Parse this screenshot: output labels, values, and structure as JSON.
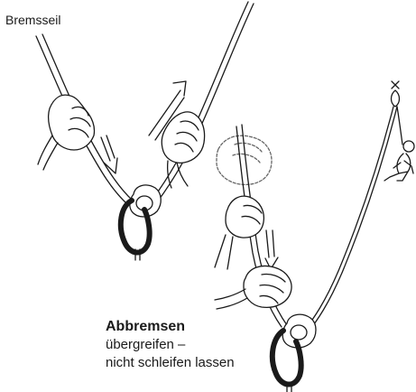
{
  "labels": {
    "rope_label": "Bremsseil"
  },
  "caption": {
    "title": "Abbremsen",
    "line1": "übergreifen –",
    "line2": "nicht schleifen lassen"
  },
  "colors": {
    "ink": "#1a1a1a",
    "paper": "#ffffff",
    "ghost": "#666666"
  }
}
